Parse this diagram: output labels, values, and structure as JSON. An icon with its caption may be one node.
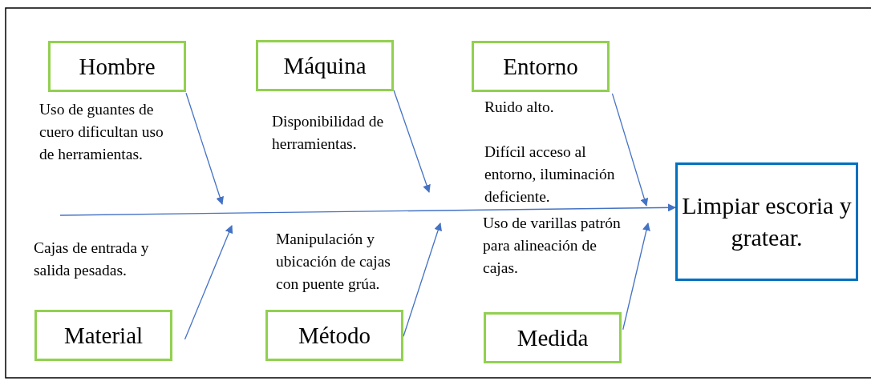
{
  "diagram": {
    "nodes": [
      {
        "text": [
          "Hombre"
        ]
      },
      {
        "text": [
          "Máquina"
        ]
      },
      {
        "text": [
          "Entorno"
        ]
      },
      {
        "text": [
          "Material"
        ]
      },
      {
        "text": [
          "Método"
        ]
      },
      {
        "text": [
          "Medida"
        ]
      },
      {
        "text": [
          "Limpiar escoria y gratear."
        ]
      }
    ],
    "edges": [
      {
        "from": 0,
        "to": null,
        "arrow": "to"
      },
      {
        "from": 1,
        "to": null,
        "arrow": "to"
      },
      {
        "from": 2,
        "to": null,
        "arrow": "to"
      },
      {
        "from": 3,
        "to": null,
        "arrow": "to"
      },
      {
        "from": 4,
        "to": null,
        "arrow": "to"
      },
      {
        "from": 5,
        "to": null,
        "arrow": "to"
      },
      {
        "from": null,
        "to": 6,
        "arrow": "to"
      }
    ],
    "labels": [
      "Uso de guantes de cuero dificultan uso de herramientas.",
      "Disponibilidad de herramientas.",
      "Ruido alto.",
      "Difícil acceso al entorno, iluminación deficiente.",
      "Cajas de entrada y salida pesadas.",
      "Manipulación y ubicación de cajas con puente grúa.",
      "Uso de varillas patrón para alineación de cajas."
    ]
  }
}
